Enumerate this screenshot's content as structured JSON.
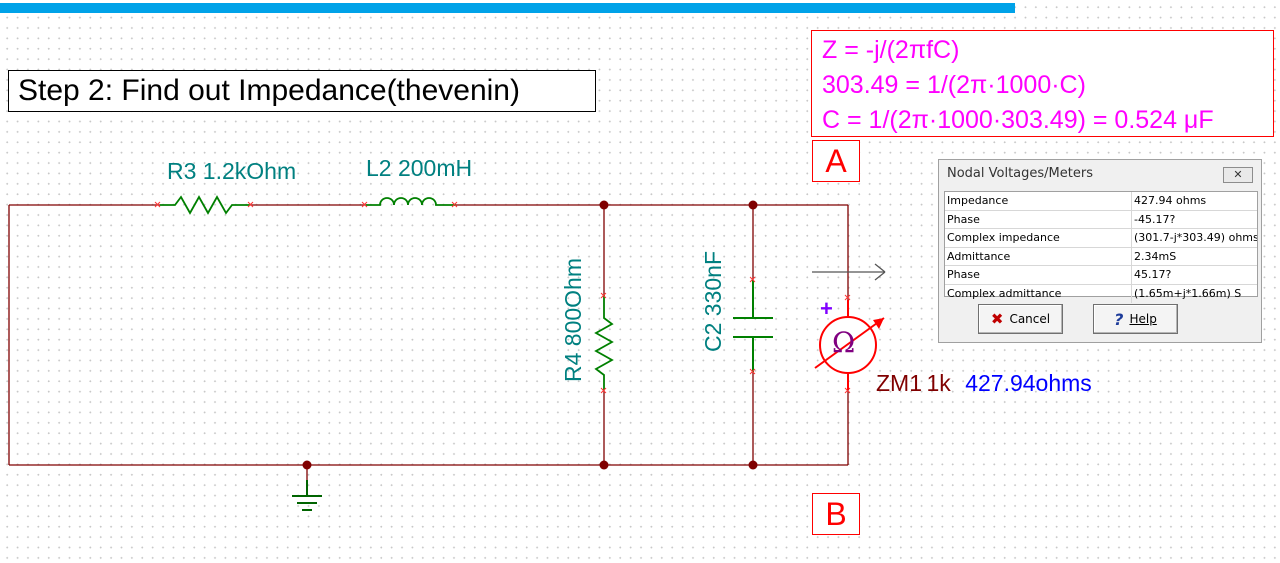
{
  "heading": "Step 2: Find out Impedance(thevenin)",
  "formulas": [
    "Z = -j/(2πfC)",
    "303.49 = 1/(2π·1000·C)",
    "C =  1/(2π·1000·303.49) =  0.524 μF"
  ],
  "node_a": "A",
  "node_b": "B",
  "components": {
    "r3": "R3 1.2kOhm",
    "l2": "L2 200mH",
    "r4": "R4 800Ohm",
    "c2": "C2 330nF",
    "zm1_name": "ZM1",
    "zm1_freq": "1k",
    "zm1_reading": "427.94ohms",
    "meter_symbol": "Ω",
    "meter_plus": "+"
  },
  "dialog": {
    "title": "Nodal Voltages/Meters",
    "close_label": "✕",
    "rows": [
      {
        "key": "Impedance",
        "value": "427.94 ohms"
      },
      {
        "key": "Phase",
        "value": "-45.17?"
      },
      {
        "key": "Complex impedance",
        "value": "(301.7-j*303.49) ohms"
      },
      {
        "key": "Admittance",
        "value": "2.34mS"
      },
      {
        "key": "Phase",
        "value": "45.17?"
      },
      {
        "key": "Complex admittance",
        "value": "(1.65m+j*1.66m) S"
      }
    ],
    "cancel_label": "Cancel",
    "help_label": "Help"
  },
  "colors": {
    "accent_bar": "#00a2e8",
    "formula_text": "#ff00ff",
    "node_label": "#ff0000",
    "component_label": "#008080",
    "resistor": "#008000",
    "meter": "#ff0000",
    "meter_reading": "#0000ff"
  }
}
